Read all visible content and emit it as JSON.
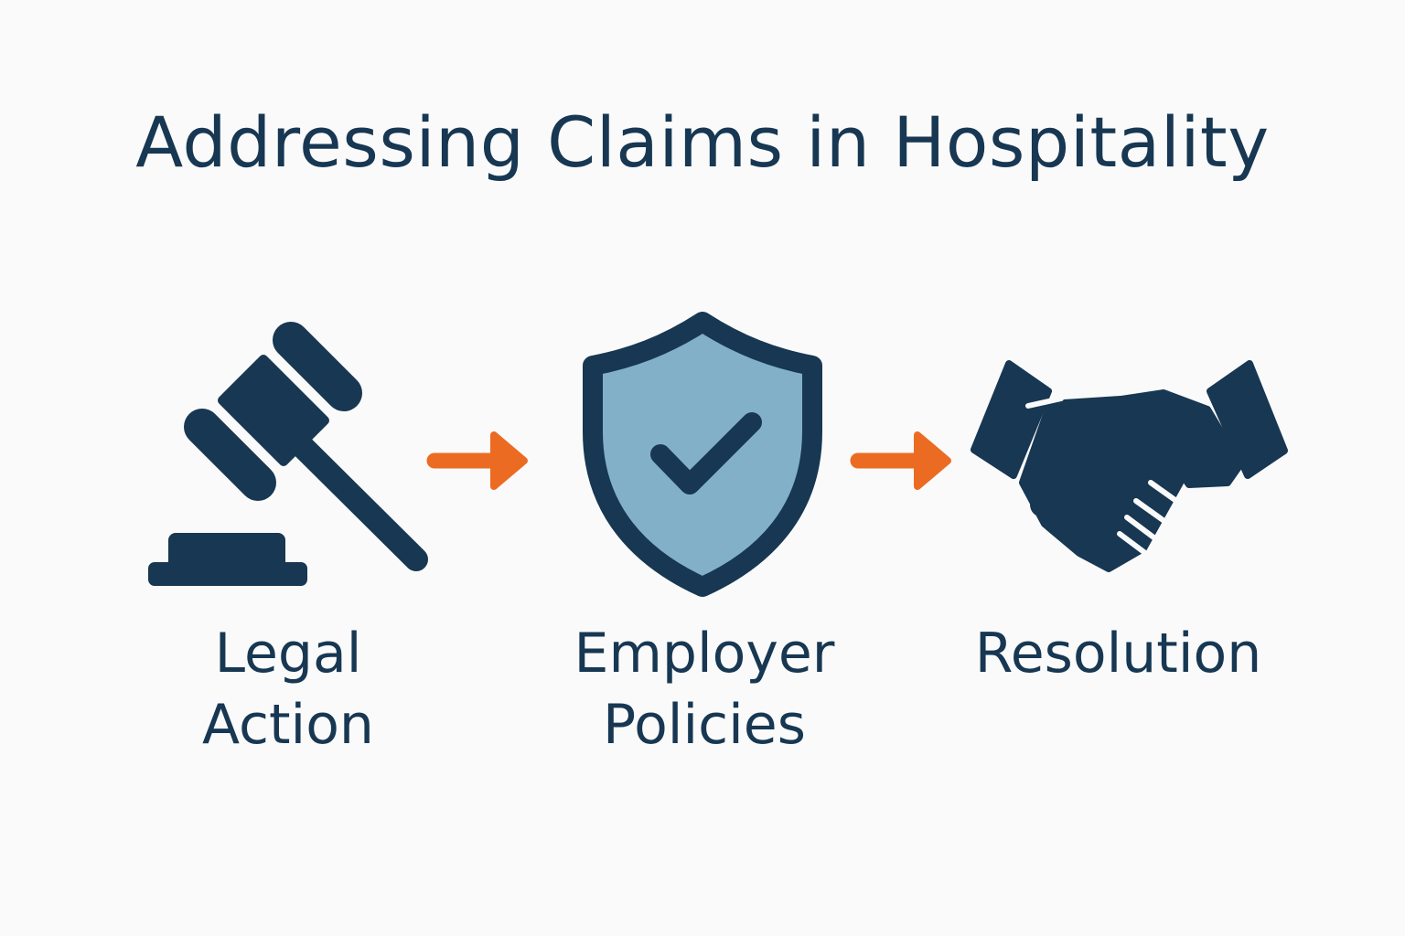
{
  "title": "Addressing Claims in Hospitality",
  "colors": {
    "navy": "#173752",
    "shield_fill": "#82b0c9",
    "arrow": "#ec6b22",
    "background": "#fafafa"
  },
  "steps": [
    {
      "icon": "gavel-icon",
      "label_lines": [
        "Legal",
        "Action"
      ]
    },
    {
      "icon": "shield-check-icon",
      "label_lines": [
        "Employer",
        "Policies"
      ]
    },
    {
      "icon": "handshake-icon",
      "label_lines": [
        "Resolution"
      ]
    }
  ],
  "connectors": [
    "arrow-right-icon",
    "arrow-right-icon"
  ]
}
